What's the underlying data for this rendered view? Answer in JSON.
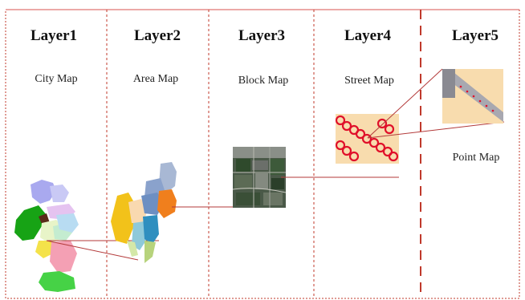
{
  "layers": [
    {
      "title": "Layer1",
      "subtitle": "City Map"
    },
    {
      "title": "Layer2",
      "subtitle": "Area Map"
    },
    {
      "title": "Layer3",
      "subtitle": "Block Map"
    },
    {
      "title": "Layer4",
      "subtitle": "Street Map"
    },
    {
      "title": "Layer5",
      "subtitle": "Point Map"
    }
  ],
  "colors": {
    "divider": "#c0392b",
    "connector": "#b33a3a",
    "marker_stroke": "#e0102a",
    "street_bg": "#f8dcae",
    "point_bg": "#f8dcae",
    "point_road": "#a8a8b0"
  }
}
